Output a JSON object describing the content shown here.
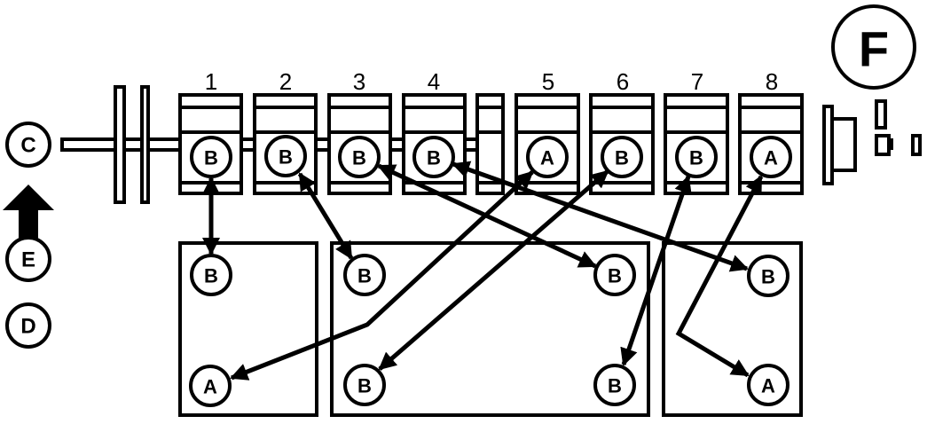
{
  "colors": {
    "stroke": "#000000",
    "background": "#ffffff"
  },
  "labels": {
    "C": "C",
    "E": "E",
    "D": "D",
    "F": "F"
  },
  "positions": [
    {
      "number": "1",
      "label": "B"
    },
    {
      "number": "2",
      "label": "B"
    },
    {
      "number": "3",
      "label": "B"
    },
    {
      "number": "4",
      "label": "B"
    },
    {
      "number": "5",
      "label": "A"
    },
    {
      "number": "6",
      "label": "B"
    },
    {
      "number": "7",
      "label": "B"
    },
    {
      "number": "8",
      "label": "A"
    }
  ],
  "lower_boxes": {
    "left": {
      "top": "B",
      "bottom": "A"
    },
    "middle": {
      "top_left": "B",
      "top_right": "B",
      "bottom_left": "B",
      "bottom_right": "B"
    },
    "right": {
      "top": "B",
      "bottom": "A"
    }
  },
  "connections": [
    {
      "from": "1-B",
      "to": "left-top-B"
    },
    {
      "from": "2-B",
      "to": "middle-top-left-B"
    },
    {
      "from": "3-B",
      "to": "middle-top-right-B"
    },
    {
      "from": "4-B",
      "to": "right-top-B"
    },
    {
      "from": "5-A",
      "to": "left-bottom-A"
    },
    {
      "from": "6-B",
      "to": "middle-bottom-left-B"
    },
    {
      "from": "7-B",
      "to": "middle-bottom-right-B"
    },
    {
      "from": "8-A",
      "to": "right-bottom-A"
    }
  ]
}
